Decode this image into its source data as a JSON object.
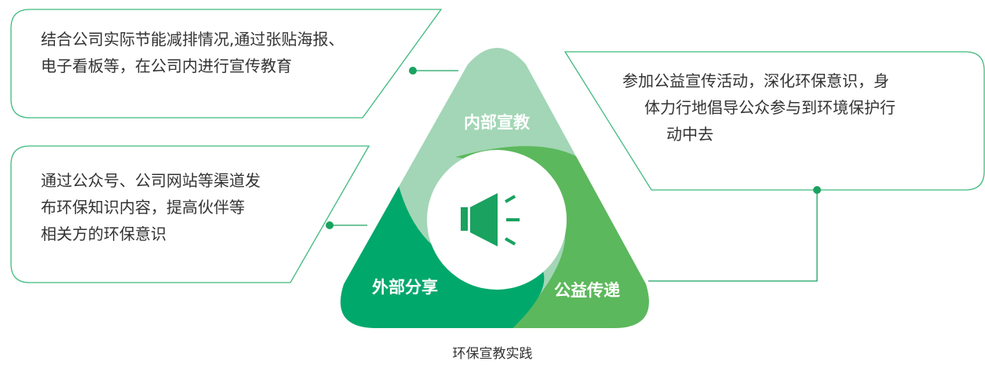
{
  "cards": {
    "top_left": [
      "结合公司实际节能减排情况,通过张贴海报、",
      "电子看板等，在公司内进行宣传教育"
    ],
    "mid_left": [
      "通过公众号、公司网站等渠道发",
      "布环保知识内容，提高伙伴等",
      "相关方的环保意识"
    ],
    "right": [
      "参加公益宣传活动，深化环保意识，身",
      "体力行地倡导公众参与到环境保护行",
      "动中去"
    ]
  },
  "segments": {
    "top": "内部宣教",
    "bottom_left": "外部分享",
    "bottom_right": "公益传递"
  },
  "center_icon": "speaker-icon",
  "caption": "环保宣教实践",
  "colors": {
    "light_green": "#a2d6b6",
    "mid_green": "#5cb85c",
    "dark_green": "#00a86b",
    "border_green": "#3fba7e",
    "connector": "#1aa260"
  }
}
